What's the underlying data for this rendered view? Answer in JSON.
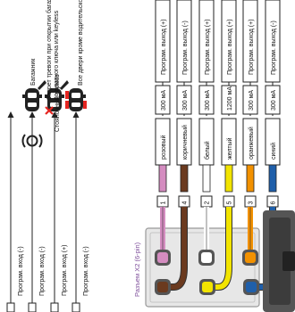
{
  "connector_title": "Разъем X2 (6-pin)",
  "left_inputs": [
    {
      "label": "Програм. вход (-)",
      "icon": "car-trunk-icon",
      "description": "Багажник"
    },
    {
      "label": "Програм. вход (-)",
      "icon": "parking-brake-icon",
      "description": "Стояночный тормоз"
    },
    {
      "label": "Програм. вход (+)",
      "icon": "car-trunk-alarm-icon",
      "description": "Запрет тревоги при открытии багажника со штатного ключа или keyless"
    },
    {
      "label": "Програм. вход (-)",
      "icon": "car-doors-icon",
      "description": "Все двери кроме водительской"
    }
  ],
  "wires": [
    {
      "pin": "1",
      "color_name": "розовый",
      "current": "300 мА",
      "output": "Програм. выход (+)",
      "color": "#d48cc0"
    },
    {
      "pin": "4",
      "color_name": "коричневый",
      "current": "300 мА",
      "output": "Програм. выход (-)",
      "color": "#6b3a1f"
    },
    {
      "pin": "2",
      "color_name": "белый",
      "current": "300 мА",
      "output": "Програм. выход (+)",
      "color": "#ffffff"
    },
    {
      "pin": "5",
      "color_name": "желтый",
      "current": "1200 мА",
      "output": "Програм. выход (+)",
      "color": "#f2e400"
    },
    {
      "pin": "3",
      "color_name": "оранжевый",
      "current": "300 мА",
      "output": "Програм. выход (+)",
      "color": "#f29100"
    },
    {
      "pin": "6",
      "color_name": "синий",
      "current": "300 мА",
      "output": "Програм. выход (-)",
      "color": "#1f5faa"
    }
  ],
  "colors": {
    "title": "#7d4d9a",
    "line": "#222222",
    "connector_body": "#e7e7e7"
  }
}
